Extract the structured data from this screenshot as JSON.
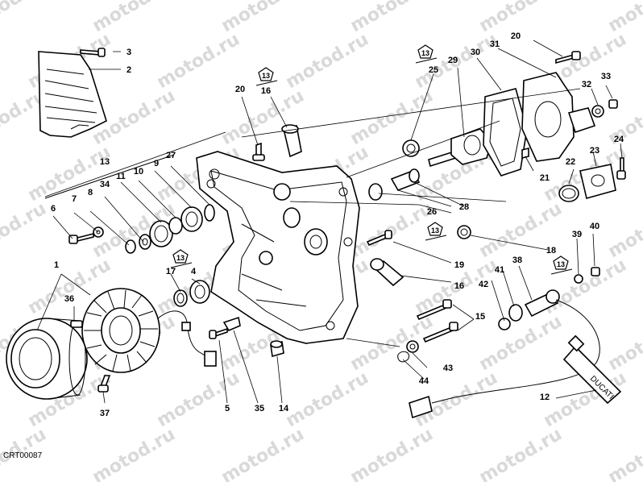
{
  "watermark": "motod.ru",
  "drawing_code": "CRT00087",
  "callouts": [
    "1",
    "2",
    "3",
    "4",
    "5",
    "6",
    "7",
    "8",
    "9",
    "10",
    "11",
    "12",
    "13",
    "14",
    "15",
    "16",
    "17",
    "18",
    "19",
    "20",
    "21",
    "22",
    "23",
    "24",
    "25",
    "26",
    "27",
    "28",
    "29",
    "30",
    "31",
    "32",
    "33",
    "34",
    "35",
    "36",
    "37",
    "38",
    "39",
    "40",
    "41",
    "42",
    "43",
    "44"
  ],
  "kit_badge": "13",
  "tube_brand": "DUCATI"
}
